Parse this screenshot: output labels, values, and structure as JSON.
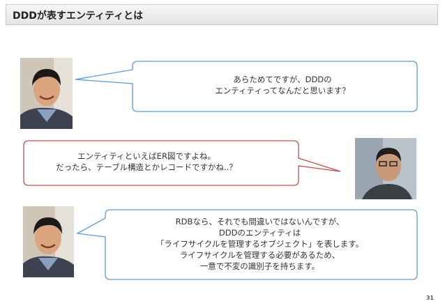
{
  "slide": {
    "title": "DDDが表すエンティティとは",
    "page_number": "31"
  },
  "dialogue": [
    {
      "speaker_side": "left",
      "lines": [
        "あらためてですが、DDDの",
        "エンティティってなんだと思います？"
      ],
      "border_color": "#5b9bd5"
    },
    {
      "speaker_side": "right",
      "lines": [
        "エンティティといえばER図ですよね。",
        "だったら、テーブル構造とかレコードですかね..？"
      ],
      "border_color": "#c0504d"
    },
    {
      "speaker_side": "left",
      "lines": [
        "RDBなら、それでも間違いではないんですが、",
        "DDDのエンティティは",
        "「ライフサイクルを管理するオブジェクト」を表します。",
        "ライフサイクルを管理する必要があるため、",
        "一意で不変の識別子を持ちます。"
      ],
      "border_color": "#5b9bd5"
    }
  ]
}
